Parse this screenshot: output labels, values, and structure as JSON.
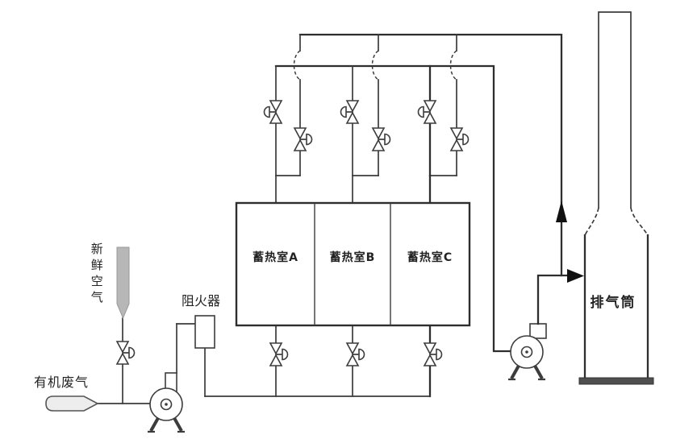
{
  "colors": {
    "background": "#ffffff",
    "line": "#3c3c3c",
    "bold_line": "#2e2e2e",
    "text": "#222222",
    "fresh_air_arrow_fill": "#b7b7b7",
    "waste_gas_capsule_fill": "#ededed",
    "stack_base_fill": "#4f4f4f",
    "flow_arrow_fill": "#111111"
  },
  "labels": {
    "fresh_air": "新鲜空气",
    "organic_waste_gas": "有机废气",
    "flame_arrester": "阻火器",
    "chamber_a": "蓄热室A",
    "chamber_b": "蓄热室B",
    "chamber_c": "蓄热室C",
    "exhaust_stack": "排气筒"
  }
}
